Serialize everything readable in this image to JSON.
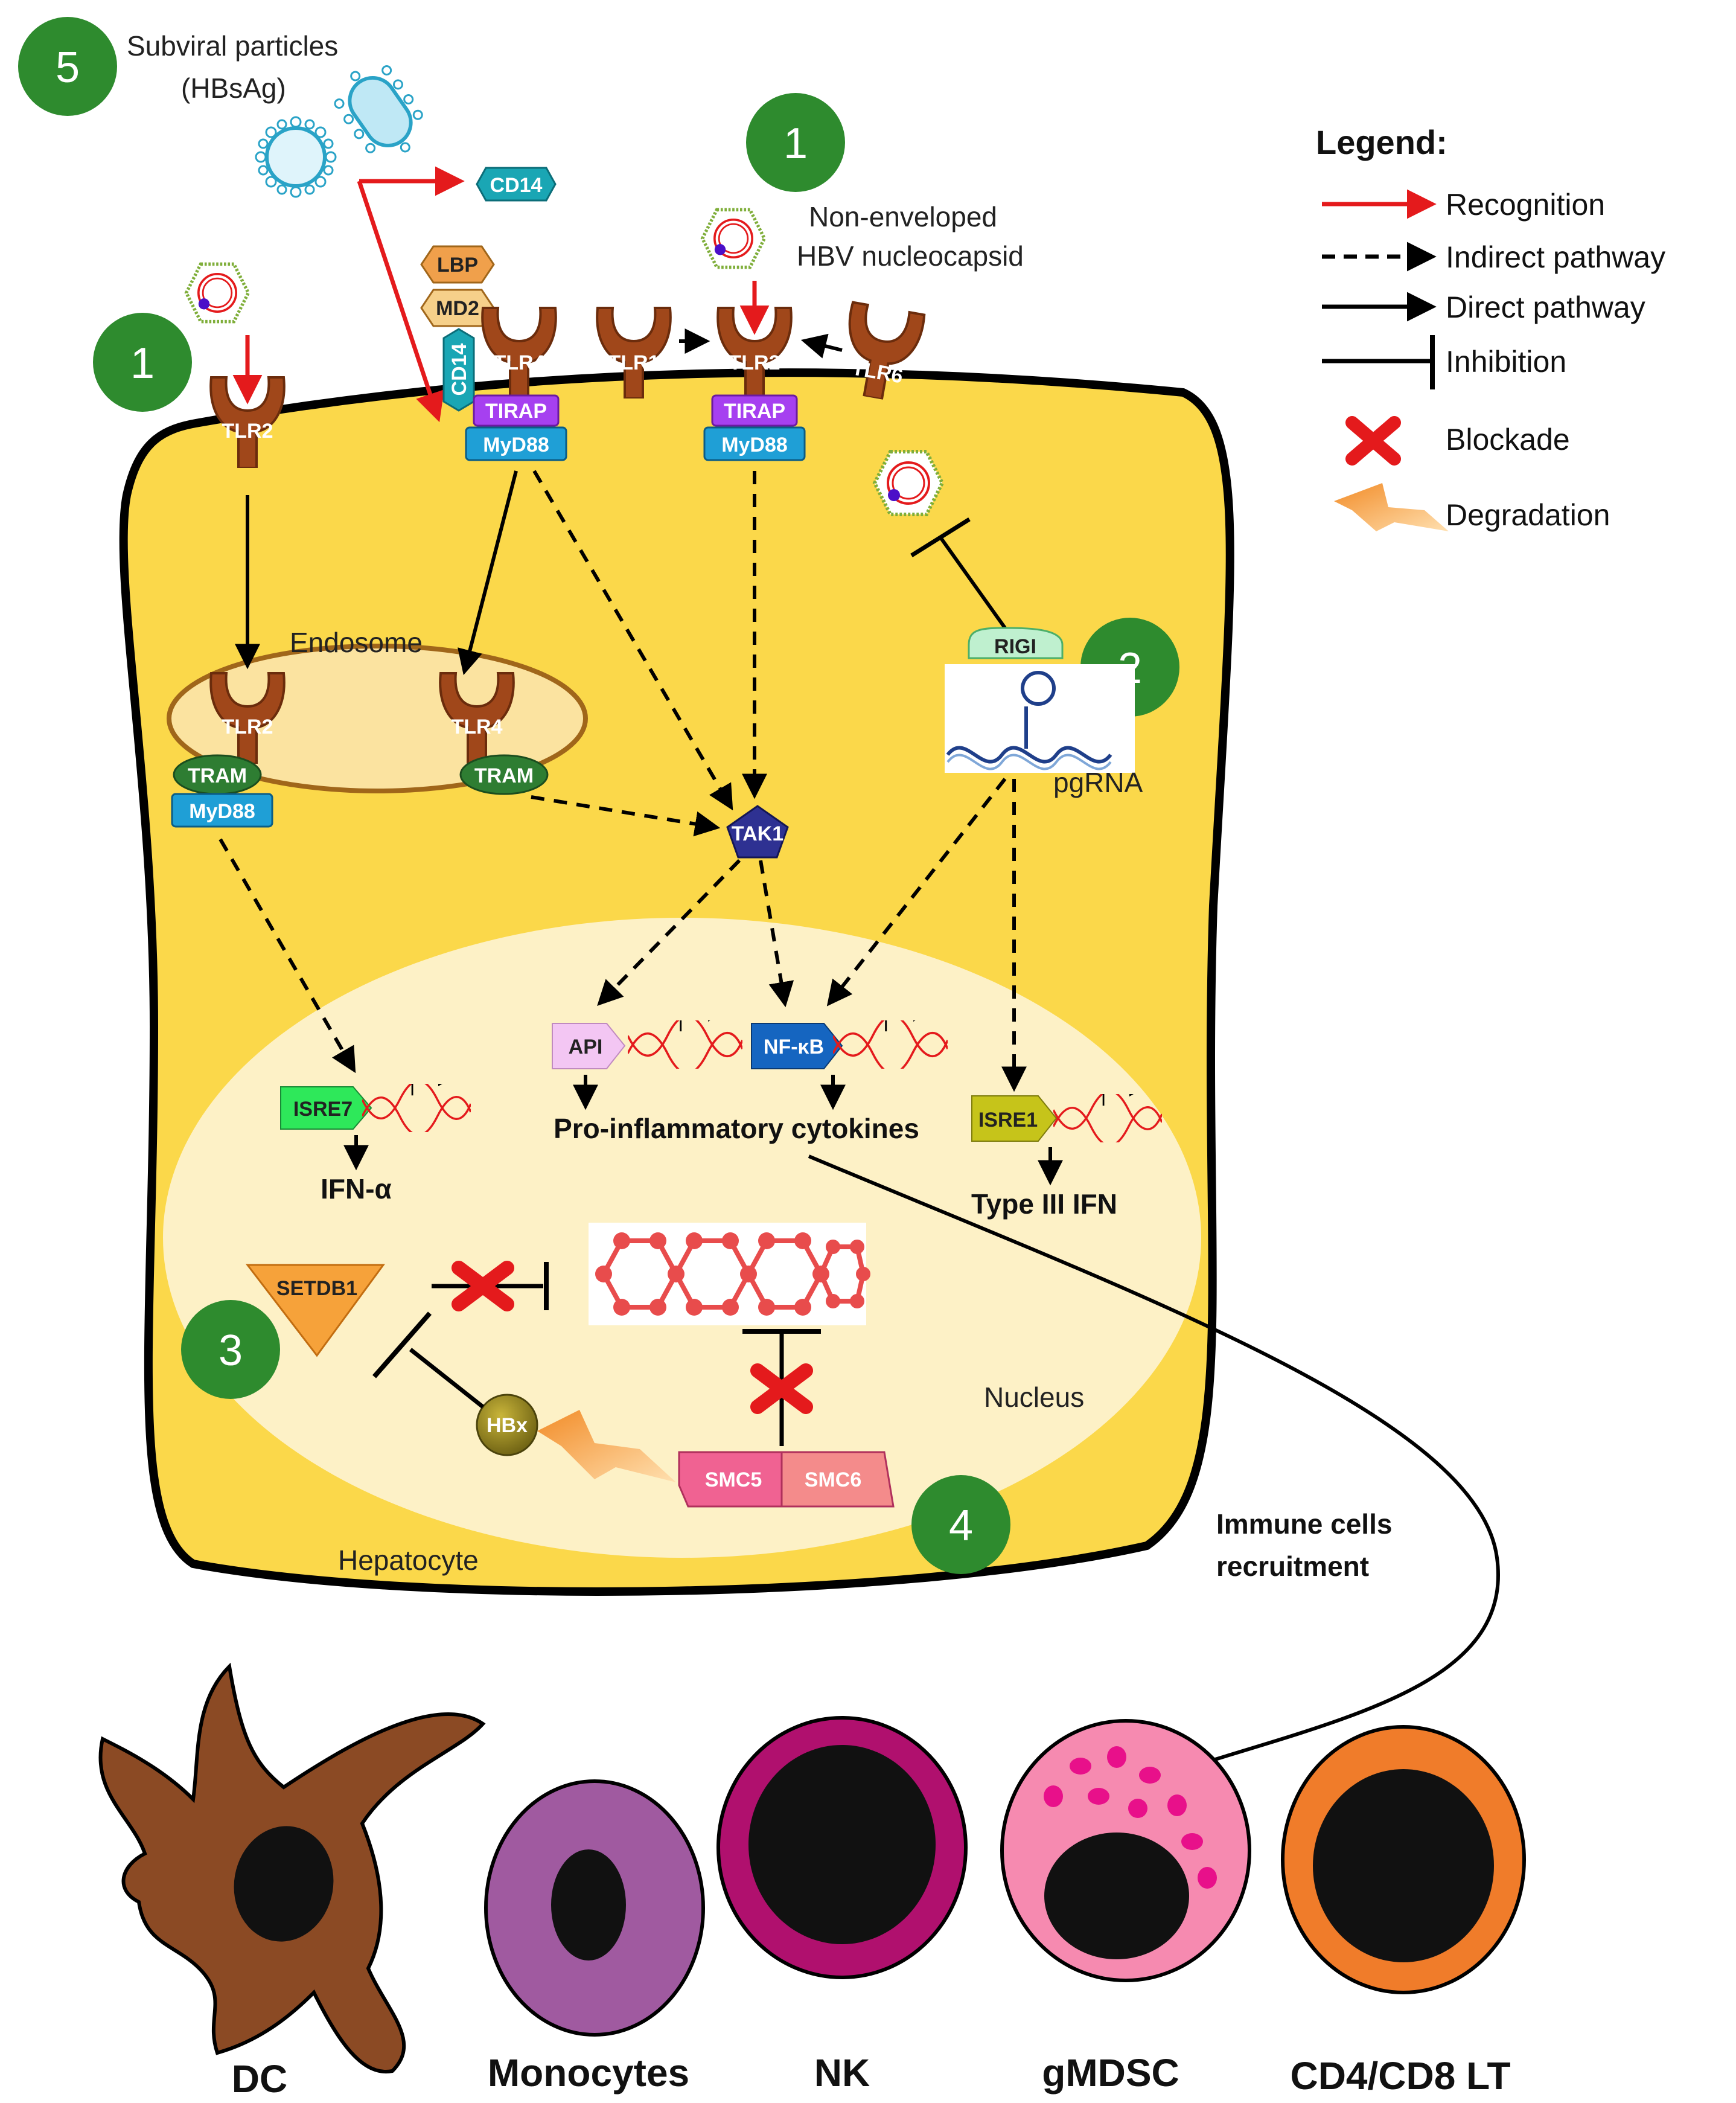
{
  "badges": [
    "5",
    "1",
    "1",
    "2",
    "3",
    "4"
  ],
  "labels": {
    "subviral_line1": "Subviral particles",
    "subviral_line2": "(HBsAg)",
    "nucleocapsid_line1": "Non-enveloped",
    "nucleocapsid_line2": "HBV nucleocapsid",
    "endosome": "Endosome",
    "pgrna": "pgRNA",
    "nucleus": "Nucleus",
    "hepatocyte": "Hepatocyte",
    "ifn_alpha": "IFN-α",
    "pro_inflammatory": "Pro-inflammatory cytokines",
    "type3_ifn": "Type III IFN",
    "recruitment_line1": "Immune cells",
    "recruitment_line2": "recruitment"
  },
  "receptors": {
    "cd14_free": "CD14",
    "lbp": "LBP",
    "md2": "MD2",
    "cd14_membrane": "CD14",
    "tlr4_surface": "TLR4",
    "tlr2_left": "TLR2",
    "tlr1": "TLR1",
    "tlr2_center": "TLR2",
    "tlr6": "TLR6",
    "tirap_1": "TIRAP",
    "myd88_1": "MyD88",
    "tirap_2": "TIRAP",
    "myd88_2": "MyD88",
    "tlr2_endo": "TLR2",
    "tlr4_endo": "TLR4",
    "tram_1": "TRAM",
    "myd88_endo": "MyD88",
    "tram_2": "TRAM",
    "tak1": "TAK1",
    "rigi": "RIGI",
    "ap1": "API",
    "nfkb": "NF-κB",
    "isre7": "ISRE7",
    "isre1": "ISRE1",
    "setdb1": "SETDB1",
    "hbx": "HBx",
    "smc5": "SMC5",
    "smc6": "SMC6"
  },
  "immune_cells": [
    "DC",
    "Monocytes",
    "NK",
    "gMDSC",
    "CD4/CD8 LT"
  ],
  "legend": {
    "title": "Legend:",
    "items": [
      "Recognition",
      "Indirect pathway",
      "Direct pathway",
      "Inhibition",
      "Blockade",
      "Degradation"
    ]
  },
  "colors": {
    "hepatocyte": "#fbd84a",
    "nucleus": "#fdf1c6",
    "badge": "#2e8b2e",
    "receptor": "#a0471a",
    "recognition": "#e41a1c",
    "myd88": "#1f9fd6",
    "tirap": "#a640f0",
    "tram": "#2e7d32",
    "tak1": "#2e3192"
  }
}
